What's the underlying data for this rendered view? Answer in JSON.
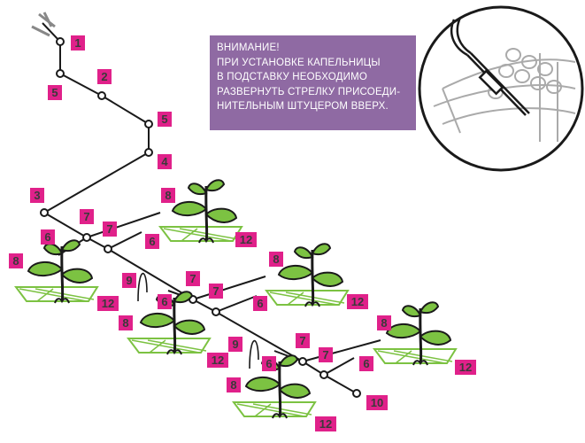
{
  "warning": {
    "lines": [
      "ВНИМАНИЕ!",
      "ПРИ УСТАНОВКЕ КАПЕЛЬНИЦЫ",
      "В ПОДСТАВКУ НЕОБХОДИМО",
      "РАЗВЕРНУТЬ СТРЕЛКУ ПРИСОЕДИ-",
      "НИТЕЛЬНЫМ ШТУЦЕРОМ ВВЕРХ."
    ]
  },
  "colors": {
    "label_box": "#e0218a",
    "label_text": "#3a3a3a",
    "warning_bg": "#8f6aa3",
    "leaf": "#7cc242",
    "line": "#1a1a1a"
  },
  "callouts": {
    "c1": "1",
    "c5a": "5",
    "c2": "2",
    "c5b": "5",
    "c4": "4",
    "c3": "3",
    "g1_7a": "7",
    "g1_6a": "6",
    "g1_7b": "7",
    "g1_6b": "6",
    "g1_8a": "8",
    "g1_12a": "12",
    "g1_8b": "8",
    "g1_12b": "12",
    "g2_9": "9",
    "g2_7a": "7",
    "g2_6a": "6",
    "g2_7b": "7",
    "g2_6b": "6",
    "g2_8a": "8",
    "g2_12a": "12",
    "g2_8b": "8",
    "g2_12b": "12",
    "g3_9": "9",
    "g3_7a": "7",
    "g3_6a": "6",
    "g3_7b": "7",
    "g3_6b": "6",
    "g3_8a": "8",
    "g3_12a": "12",
    "g3_8b": "8",
    "g3_12b": "12",
    "c10": "10"
  }
}
